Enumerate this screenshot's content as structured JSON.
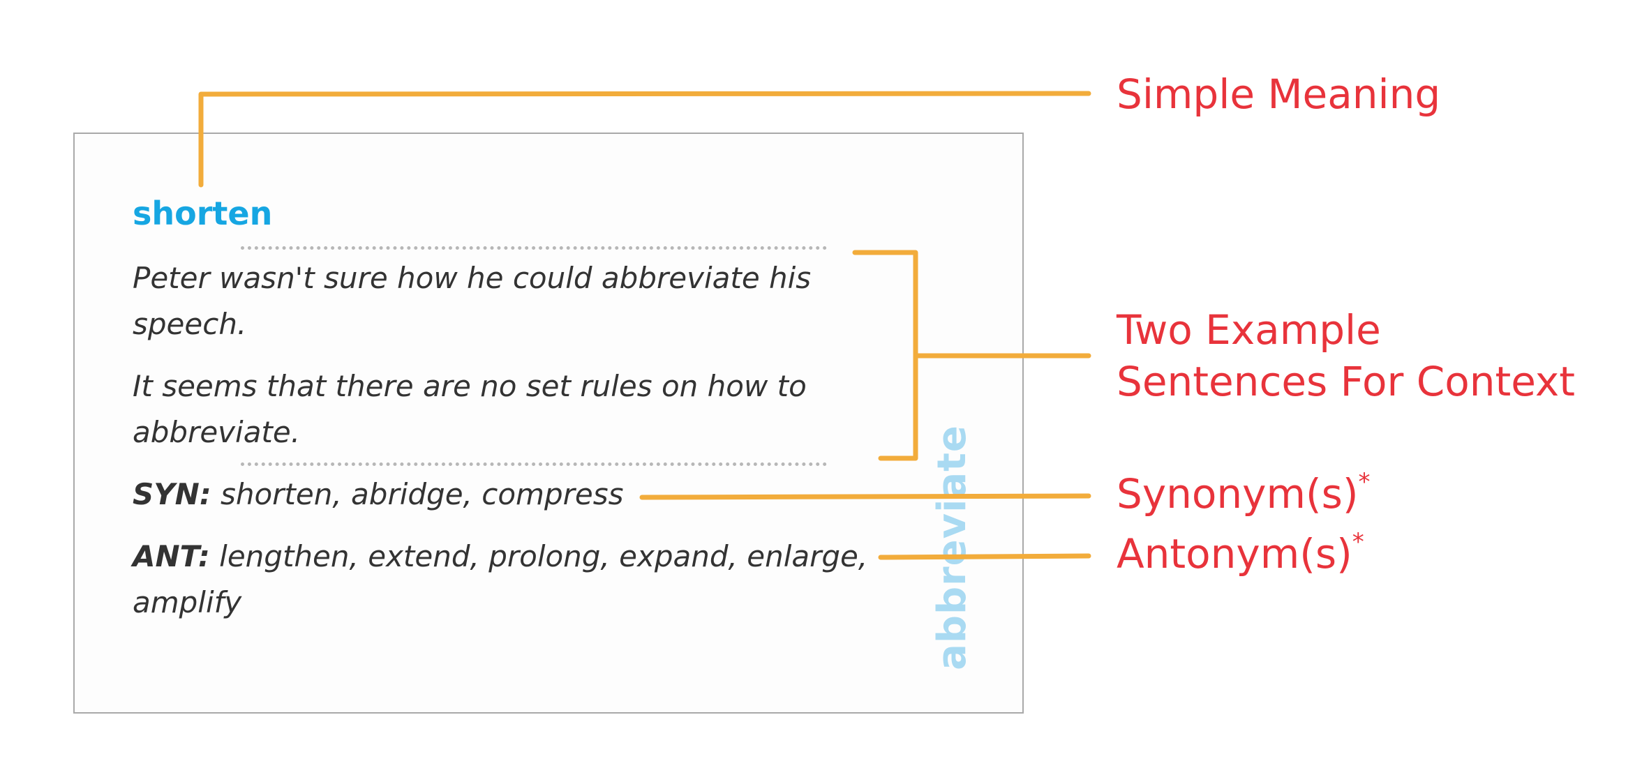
{
  "card": {
    "headword": "shorten",
    "sentences": [
      "Peter wasn't sure how he could abbreviate his speech.",
      "It seems that there are no set rules on how to abbreviate."
    ],
    "synonyms": {
      "tag": "SYN:",
      "words": "shorten, abridge, compress"
    },
    "antonyms": {
      "tag": "ANT:",
      "words": "lengthen, extend, prolong, expand, enlarge, amplify"
    },
    "side_word": "abbreviate"
  },
  "annotations": {
    "meaning": "Simple Meaning",
    "examples_line1": "Two Example",
    "examples_line2": "Sentences For Context",
    "synonyms": "Synonym(s)",
    "antonyms": "Antonym(s)",
    "asterisk": "*"
  },
  "colors": {
    "headword": "#16a6e2",
    "connector": "#f2ac3b",
    "annotation": "#e8333b",
    "watermark": "#a9daf2",
    "card_border": "#a9a9a9"
  }
}
